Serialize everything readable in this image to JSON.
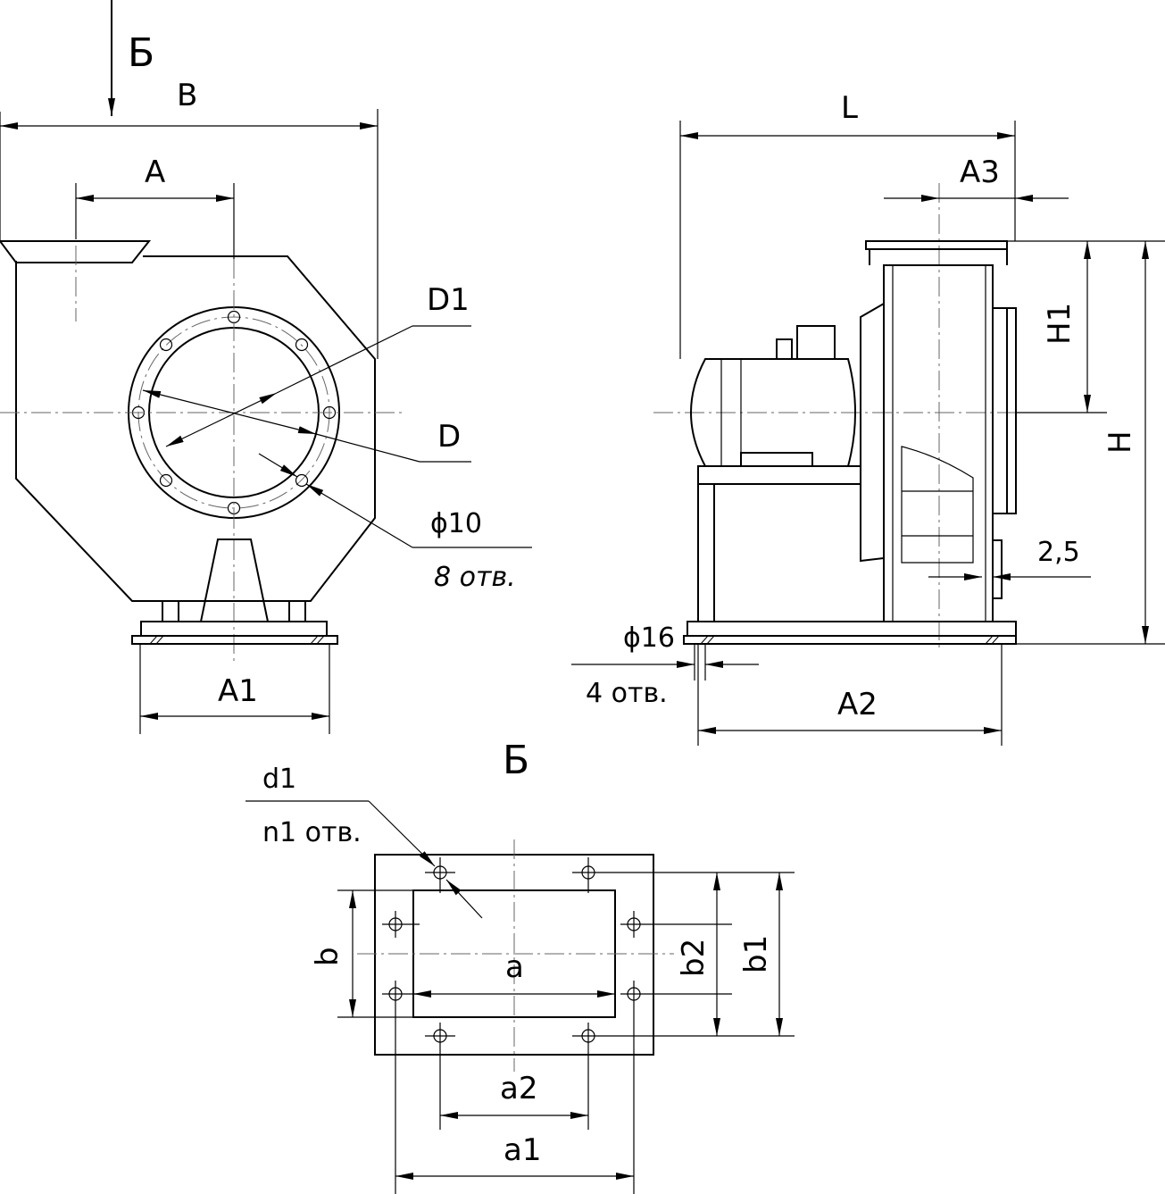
{
  "view_marker": "Б",
  "view_title": "Б",
  "front_view": {
    "labels": {
      "B": "B",
      "A": "A",
      "D1": "D1",
      "D": "D",
      "hole_dia": "ϕ10",
      "hole_count": "8 отв.",
      "A1": "A1"
    }
  },
  "side_view": {
    "labels": {
      "L": "L",
      "A3": "A3",
      "H1": "H1",
      "H": "H",
      "gap": "2,5",
      "hole_dia": "ϕ16",
      "hole_count": "4 отв.",
      "A2": "A2"
    }
  },
  "outlet_view": {
    "labels": {
      "d1": "d1",
      "n1": "n1 отв.",
      "a": "a",
      "a1": "a1",
      "a2": "a2",
      "b": "b",
      "b1": "b1",
      "b2": "b2"
    }
  }
}
